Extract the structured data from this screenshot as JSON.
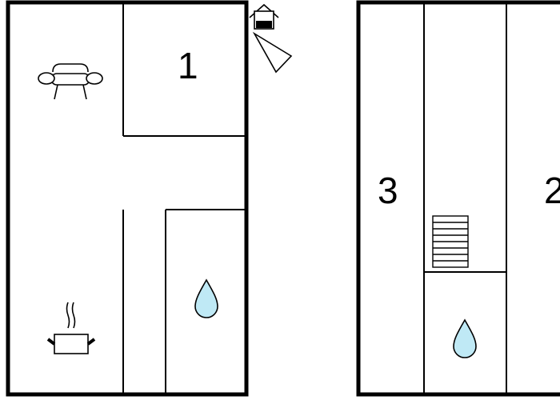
{
  "colors": {
    "wall": "#000000",
    "background": "#ffffff",
    "water": "#bfe9f5"
  },
  "rooms": {
    "room_1": "1",
    "room_2": "2",
    "room_3": "3"
  },
  "icons": {
    "sofa": "sofa-icon",
    "cooking_pot": "cooking-pot-icon",
    "water_drop": "water-drop-icon",
    "stairs": "stairs-icon",
    "entrance": "entrance-house-icon",
    "view_direction": "view-direction-icon"
  }
}
